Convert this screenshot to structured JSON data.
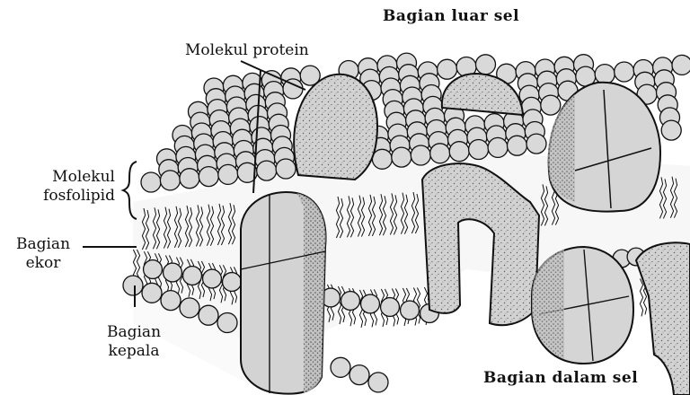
{
  "labels": {
    "outside": "Bagian luar sel",
    "inside": "Bagian dalam sel",
    "protein": "Molekul protein",
    "phospholipid_line1": "Molekul",
    "phospholipid_line2": "fosfolipid",
    "tail_line1": "Bagian",
    "tail_line2": "ekor",
    "head_line1": "Bagian",
    "head_line2": "kepala"
  },
  "colors": {
    "head_fill": "#d9d9d9",
    "protein_fill": "#d2d2d2",
    "outline": "#111111",
    "stipple": "#6a6a6a"
  }
}
